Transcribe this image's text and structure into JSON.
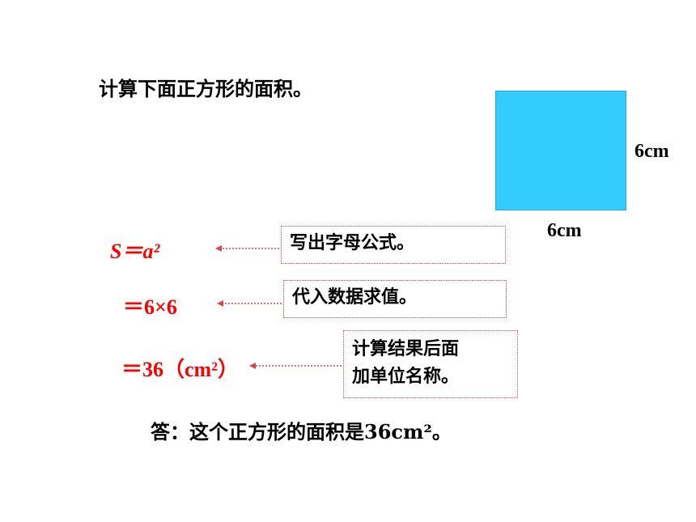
{
  "title": "计算下面正方形的面积。",
  "square": {
    "fill_color": "#33ccff",
    "side_label": "6cm",
    "bottom_label": "6cm"
  },
  "steps": [
    {
      "formula_prefix": "S＝",
      "formula_var": "a²",
      "note": "写出字母公式。"
    },
    {
      "formula": "＝6×6",
      "note": "代入数据求值。"
    },
    {
      "formula": "＝36（cm²）",
      "note_line1": "计算结果后面",
      "note_line2": "加单位名称。"
    }
  ],
  "colors": {
    "formula": "#ff0000",
    "note_border": "#d8454c",
    "arrow": "#d8454c"
  },
  "answer": "答：这个正方形的面积是36cm²。"
}
